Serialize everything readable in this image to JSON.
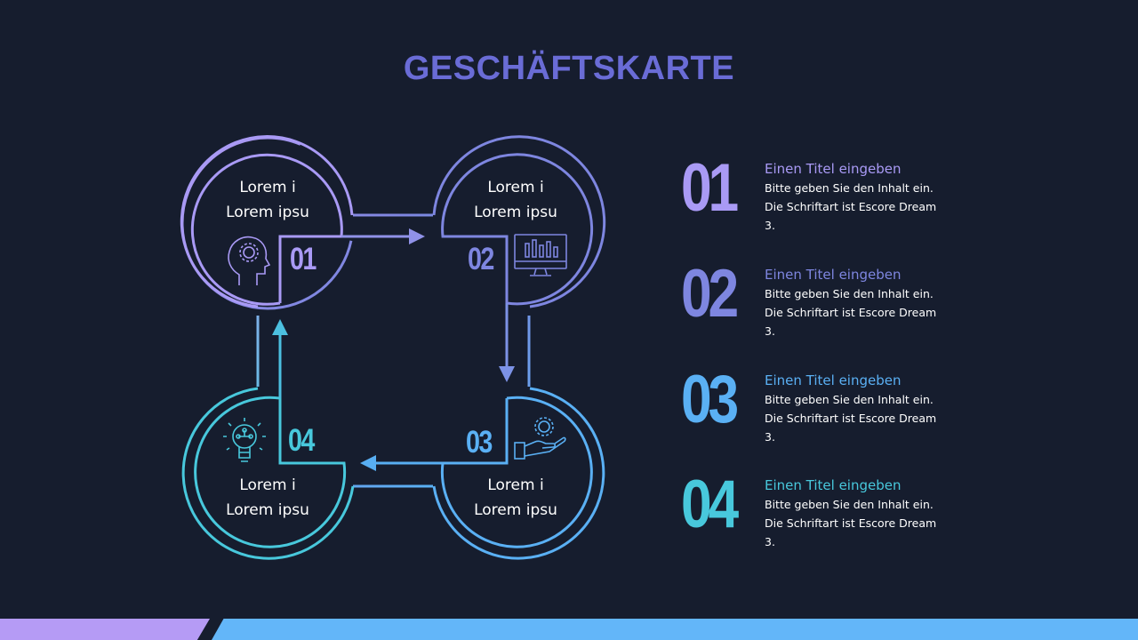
{
  "title": "GESCHÄFTSKARTE",
  "colors": {
    "background": "#161d2e",
    "title": "#6a6cd6",
    "step1": "#a99af5",
    "step2": "#7f88e2",
    "step3": "#5ab0f4",
    "step4": "#48c8dc"
  },
  "circles": [
    {
      "num": "01",
      "line1": "Lorem i",
      "line2": "Lorem ipsu",
      "icon": "head-gear-icon"
    },
    {
      "num": "02",
      "line1": "Lorem i",
      "line2": "Lorem ipsu",
      "icon": "monitor-chart-icon"
    },
    {
      "num": "03",
      "line1": "Lorem i",
      "line2": "Lorem ipsu",
      "icon": "hand-gear-icon"
    },
    {
      "num": "04",
      "line1": "Lorem i",
      "line2": "Lorem ipsu",
      "icon": "lightbulb-icon"
    }
  ],
  "list": [
    {
      "num": "01",
      "title": "Einen Titel eingeben",
      "body_line1": "Bitte geben Sie den Inhalt ein.",
      "body_line2": "Die Schriftart ist Escore Dream",
      "body_line3": "3."
    },
    {
      "num": "02",
      "title": "Einen Titel eingeben",
      "body_line1": "Bitte geben Sie den Inhalt ein.",
      "body_line2": "Die Schriftart ist Escore Dream",
      "body_line3": "3."
    },
    {
      "num": "03",
      "title": "Einen Titel eingeben",
      "body_line1": "Bitte geben Sie den Inhalt ein.",
      "body_line2": "Die Schriftart ist Escore Dream",
      "body_line3": "3."
    },
    {
      "num": "04",
      "title": "Einen Titel eingeben",
      "body_line1": "Bitte geben Sie den Inhalt ein.",
      "body_line2": "Die Schriftart ist Escore Dream",
      "body_line3": "3."
    }
  ]
}
